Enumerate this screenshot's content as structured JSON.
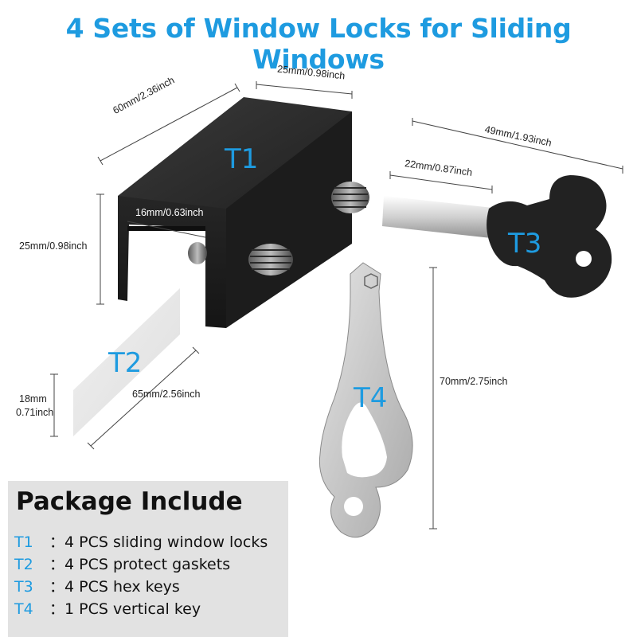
{
  "title": "4 Sets of Window Locks for Sliding Windows",
  "colors": {
    "accent": "#1e9be0",
    "lock_body": "#2b2b2b",
    "gasket": "#e9e9e9",
    "key_handle": "#222222",
    "metal": "#c8c8c8",
    "panel_bg": "#e2e2e2"
  },
  "labels": {
    "t1": "T1",
    "t2": "T2",
    "t3": "T3",
    "t4": "T4"
  },
  "dimensions": {
    "lock_width": "25mm/0.98inch",
    "lock_length": "60mm/2.36inch",
    "lock_inner": "16mm/0.63inch",
    "lock_height": "25mm/0.98inch",
    "key_length": "49mm/1.93inch",
    "key_shaft": "22mm/0.87inch",
    "gasket_length": "65mm/2.56inch",
    "gasket_width_mm": "18mm",
    "gasket_width_inch": "0.71inch",
    "vertical_key_length": "70mm/2.75inch"
  },
  "package": {
    "title": "Package Include",
    "items": [
      {
        "code": "T1",
        "separator": "：",
        "text": "4 PCS sliding window locks"
      },
      {
        "code": "T2",
        "separator": "：",
        "text": "4 PCS protect gaskets"
      },
      {
        "code": "T3",
        "separator": "：",
        "text": "4 PCS hex keys"
      },
      {
        "code": "T4",
        "separator": "：",
        "text": "1 PCS vertical key"
      }
    ]
  }
}
